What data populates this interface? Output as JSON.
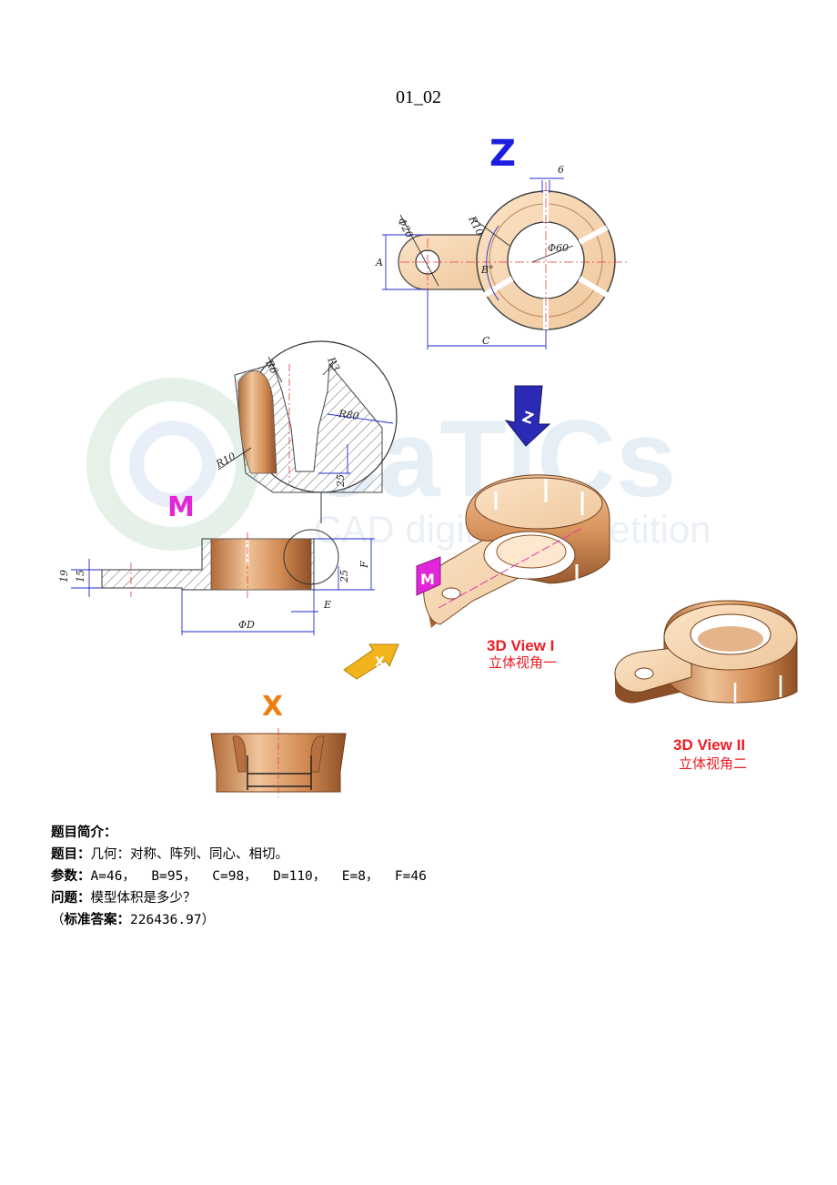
{
  "page": {
    "title": "01_02"
  },
  "watermark": {
    "brand": "CaTICs",
    "tagline": "CAD digital competition"
  },
  "views": {
    "z_letter": "Z",
    "m_letter": "M",
    "x_letter": "X",
    "view1_en": "3D View I",
    "view1_cn": "立体视角一",
    "view2_en": "3D View II",
    "view2_cn": "立体视角二"
  },
  "dimensions": {
    "top": {
      "d20": "Φ20",
      "r10": "R10",
      "six": "6",
      "a": "A",
      "b": "B°",
      "d60": "Φ60",
      "c": "C"
    },
    "detail": {
      "r6": "R6",
      "r3": "R3",
      "r80": "R80",
      "r10": "R10",
      "twentyfive": "25"
    },
    "section": {
      "nineteen": "19",
      "fifteen": "15",
      "twentyfive": "25",
      "f": "F",
      "e": "E",
      "d": "ΦD"
    }
  },
  "description": {
    "intro_label": "题目简介：",
    "topic_label": "题目：",
    "topic_value": "几何：对称、阵列、同心、相切。",
    "params_label": "参数：",
    "params_value": "A=46，  B=95，  C=98，  D=110，  E=8，  F=46",
    "question_label": "问题：",
    "question_value": "模型体积是多少？",
    "answer_open": "（",
    "answer_label": "标准答案：",
    "answer_value": "226436.97",
    "answer_close": "）"
  }
}
